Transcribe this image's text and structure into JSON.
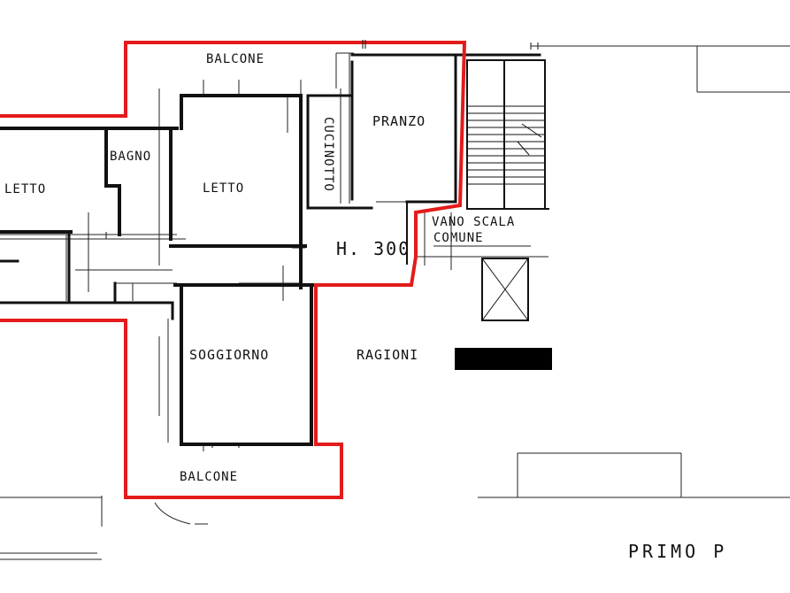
{
  "rooms": {
    "balcone_top": "BALCONE",
    "pranzo": "PRANZO",
    "cucinotto": "CUCINOTTO",
    "bagno": "BAGNO",
    "letto_left": "LETTO",
    "letto_center": "LETTO",
    "vano_scala_line1": "VANO SCALA",
    "vano_scala_line2": "COMUNE",
    "height_note": "H. 300",
    "soggiorno": "SOGGIORNO",
    "ragioni": "RAGIONI",
    "balcone_bottom": "BALCONE",
    "floor_title": "PRIMO P"
  },
  "colors": {
    "outline_red": "#e41b1b",
    "wall": "#111111",
    "redaction": "#000000"
  }
}
